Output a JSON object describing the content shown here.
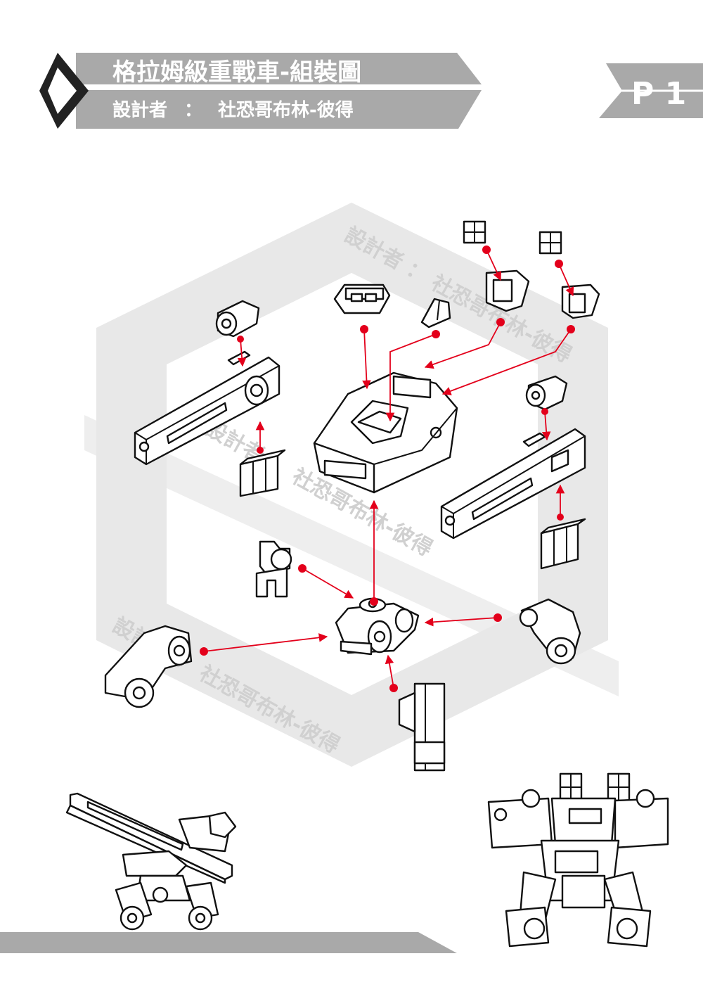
{
  "header": {
    "title": "格拉姆級重戰車-組裝圖",
    "designer_label": "設計者",
    "designer_sep": "：",
    "designer_name": "社恐哥布林-彼得"
  },
  "page_label": "P 1",
  "watermark": "設計者 ： 社恐哥布林-彼得",
  "colors": {
    "banner_gray": "#a9a9a9",
    "hex_gray": "#e6e6e6",
    "arrow_red": "#e3001b",
    "line_black": "#111111"
  }
}
